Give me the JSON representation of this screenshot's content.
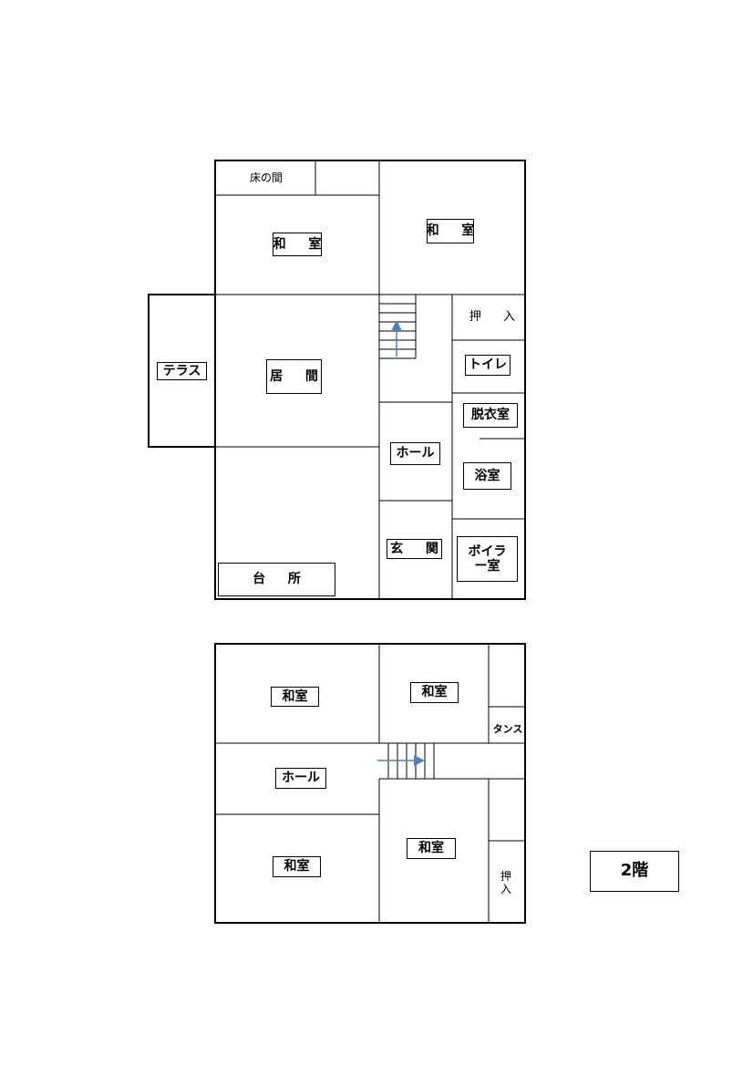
{
  "floor1": {
    "toko_no_ma": "床の間",
    "washitsu_left": "和 室",
    "washitsu_right": "和 室",
    "oshiire": "押 入",
    "toilet": "トイレ",
    "datsuishitsu": "脱衣室",
    "yokushitsu": "浴室",
    "terrace": "テラス",
    "ima": "居 間",
    "hall": "ホール",
    "genkan": "玄 関",
    "boiler": "ボイラー室",
    "daidokoro": "台 所"
  },
  "floor2": {
    "washitsu_top_left": "和室",
    "washitsu_top_right": "和室",
    "tansu": "タンス",
    "hall": "ホール",
    "washitsu_bottom_left": "和室",
    "washitsu_bottom_right": "和室",
    "oshiire": "押入",
    "floor_label": "2階"
  },
  "colors": {
    "wall": "#000000",
    "arrow": "#4f81bd"
  }
}
